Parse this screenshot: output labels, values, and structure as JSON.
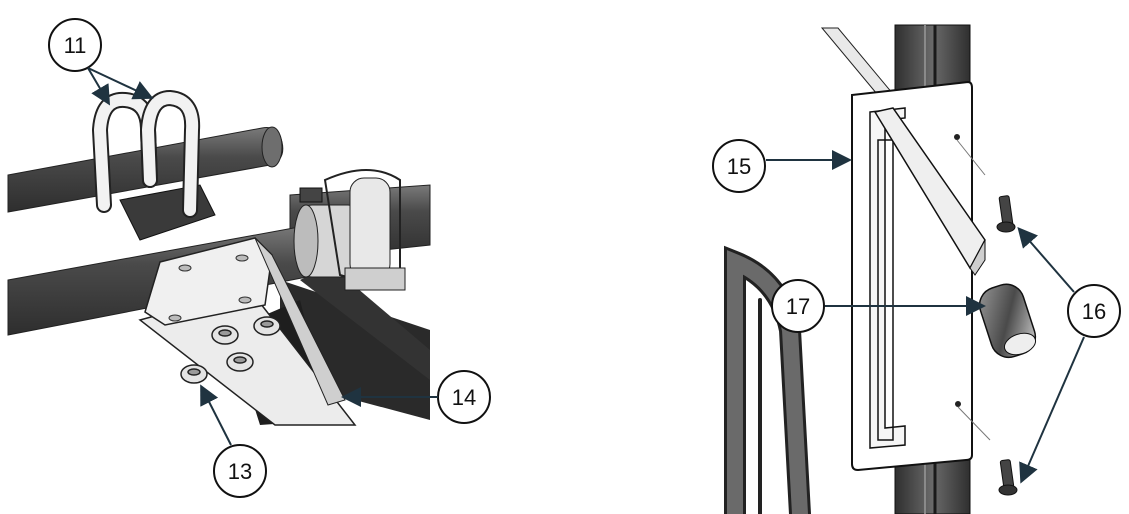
{
  "callouts": {
    "c11": "11",
    "c13": "13",
    "c14": "14",
    "c15": "15",
    "c16": "16",
    "c17": "17"
  },
  "colors": {
    "tube_dark": "#3d3d3d",
    "tube_mid": "#5a5a5a",
    "tube_light": "#8c8c8c",
    "steel_light": "#e8e8e8",
    "arrow": "#1f3340",
    "outline": "#111111"
  }
}
